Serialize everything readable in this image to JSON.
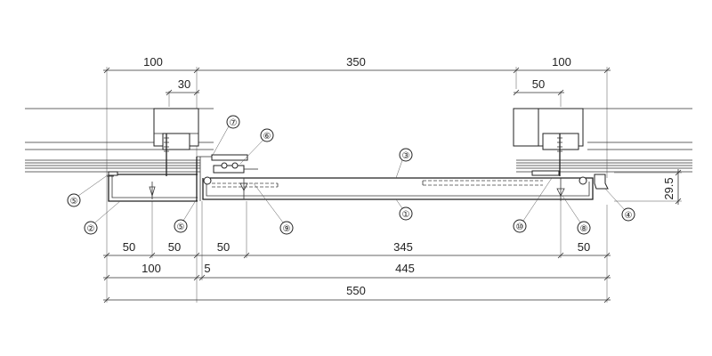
{
  "dimensions": {
    "top_left": "100",
    "top_middle": "350",
    "top_right": "100",
    "top_left_inner": "30",
    "top_right_inner": "50",
    "side_height": "29.5",
    "row1_a": "50",
    "row1_b": "50",
    "row1_c": "50",
    "row1_d": "345",
    "row1_e": "50",
    "row2_a": "100",
    "row2_b": "5",
    "row2_c": "445",
    "total": "550"
  },
  "callouts": {
    "c1": "①",
    "c2": "②",
    "c3": "③",
    "c4": "④",
    "c5a": "⑤",
    "c5b": "⑤",
    "c6": "⑥",
    "c7": "⑦",
    "c8": "⑧",
    "c9": "⑨",
    "c10": "⑩"
  }
}
